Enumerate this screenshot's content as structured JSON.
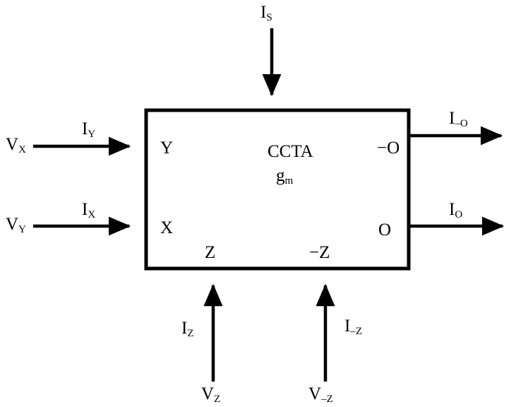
{
  "block": {
    "title": "CCTA",
    "param": "g",
    "param_sub": "m"
  },
  "ports": {
    "y": "Y",
    "x": "X",
    "neg_o": "−O",
    "o": "O",
    "z": "Z",
    "neg_z": "−Z"
  },
  "signals": {
    "is": {
      "main": "I",
      "sub": "S"
    },
    "vx": {
      "main": "V",
      "sub": "X"
    },
    "iy": {
      "main": "I",
      "sub": "Y"
    },
    "vy": {
      "main": "V",
      "sub": "Y"
    },
    "ix": {
      "main": "I",
      "sub": "X"
    },
    "ineg_o": {
      "main": "I",
      "sub": "–O"
    },
    "io": {
      "main": "I",
      "sub": "O"
    },
    "iz": {
      "main": "I",
      "sub": "Z"
    },
    "vz": {
      "main": "V",
      "sub": "Z"
    },
    "ineg_z": {
      "main": "I",
      "sub": "–Z"
    },
    "vneg_z": {
      "main": "V",
      "sub": "–Z"
    }
  },
  "colors": {
    "line": "#000000",
    "background": "#ffffff"
  }
}
